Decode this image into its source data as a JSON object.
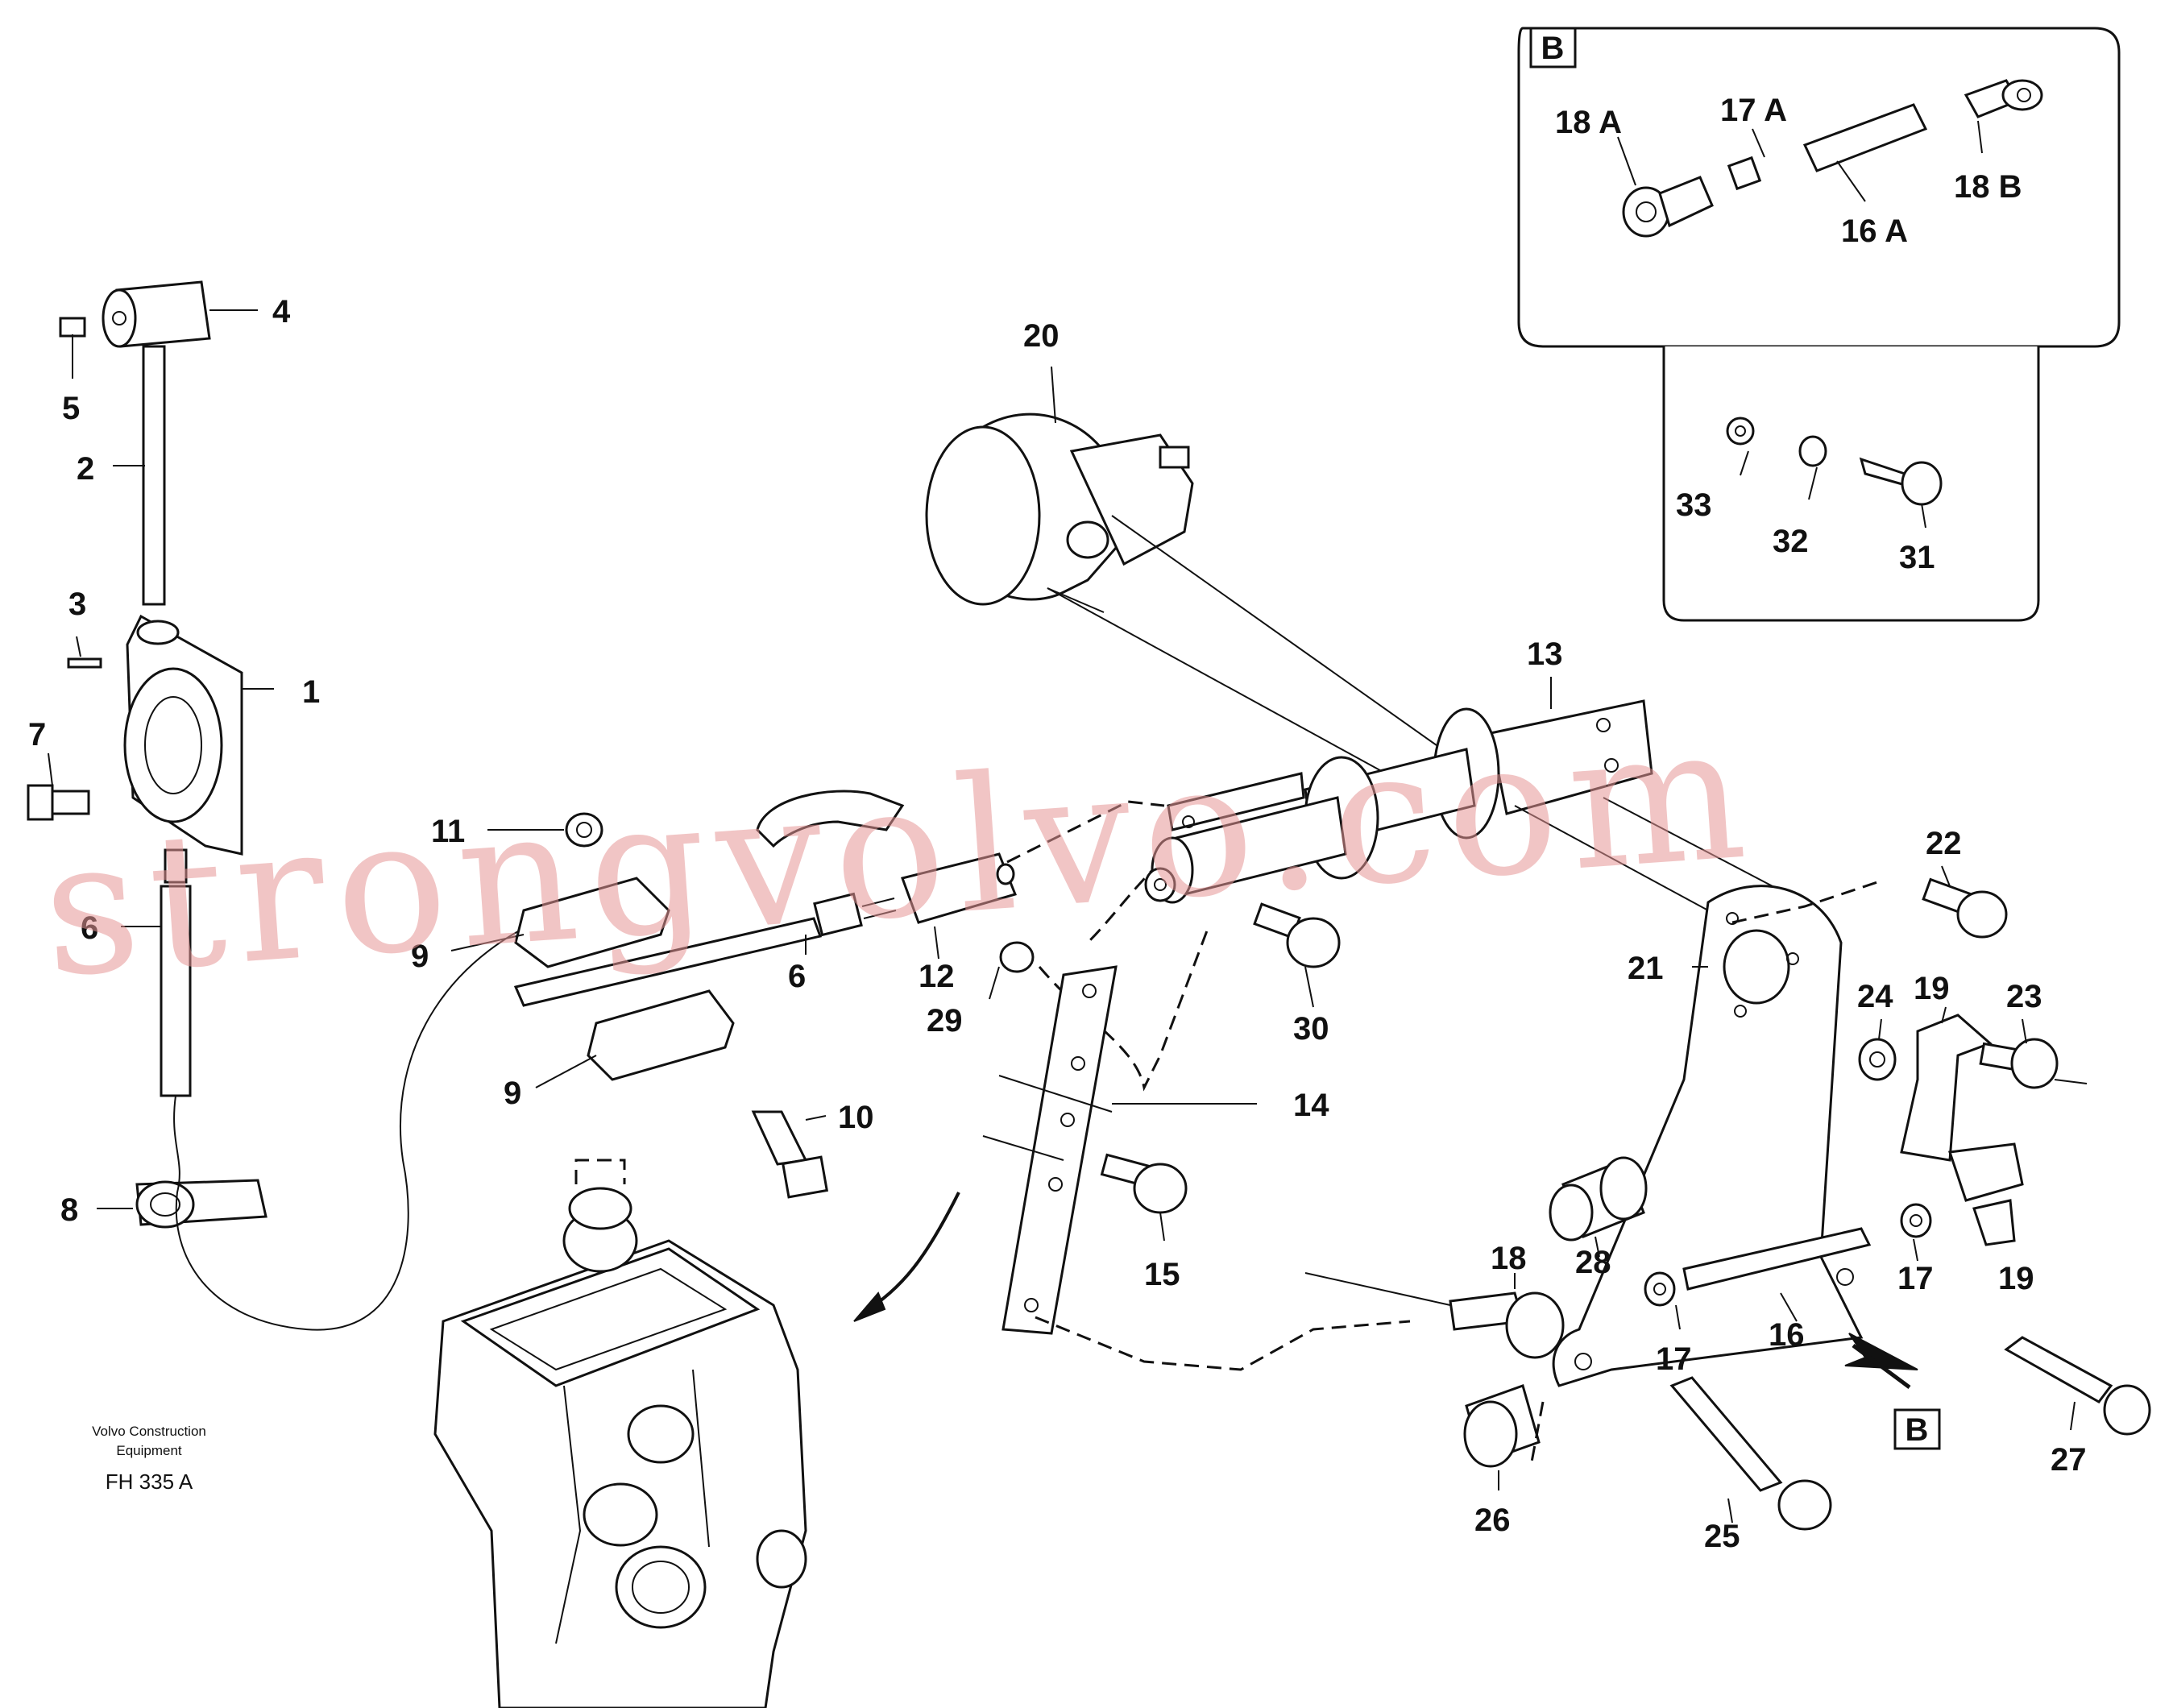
{
  "callouts": [
    {
      "text": "1"
    },
    {
      "text": "2"
    },
    {
      "text": "3"
    },
    {
      "text": "4"
    },
    {
      "text": "5"
    },
    {
      "text": "6"
    },
    {
      "text": "7"
    },
    {
      "text": "8"
    },
    {
      "text": "9"
    },
    {
      "text": "9"
    },
    {
      "text": "10"
    },
    {
      "text": "11"
    },
    {
      "text": "12"
    },
    {
      "text": "6"
    },
    {
      "text": "13"
    },
    {
      "text": "14"
    },
    {
      "text": "15"
    },
    {
      "text": "16"
    },
    {
      "text": "17"
    },
    {
      "text": "17"
    },
    {
      "text": "18"
    },
    {
      "text": "19"
    },
    {
      "text": "19"
    },
    {
      "text": "20"
    },
    {
      "text": "21"
    },
    {
      "text": "22"
    },
    {
      "text": "23"
    },
    {
      "text": "24"
    },
    {
      "text": "25"
    },
    {
      "text": "26"
    },
    {
      "text": "27"
    },
    {
      "text": "28"
    },
    {
      "text": "29"
    },
    {
      "text": "30"
    }
  ],
  "inset": {
    "tag": "B",
    "callouts": [
      {
        "text": "18 A"
      },
      {
        "text": "17 A"
      },
      {
        "text": "16 A"
      },
      {
        "text": "18 B"
      },
      {
        "text": "33"
      },
      {
        "text": "32"
      },
      {
        "text": "31"
      }
    ]
  },
  "view_marker": "B",
  "credit": {
    "line1": "Volvo Construction",
    "line2": "Equipment",
    "code": "FH 335 A"
  },
  "watermark": "strongvolvo.com"
}
